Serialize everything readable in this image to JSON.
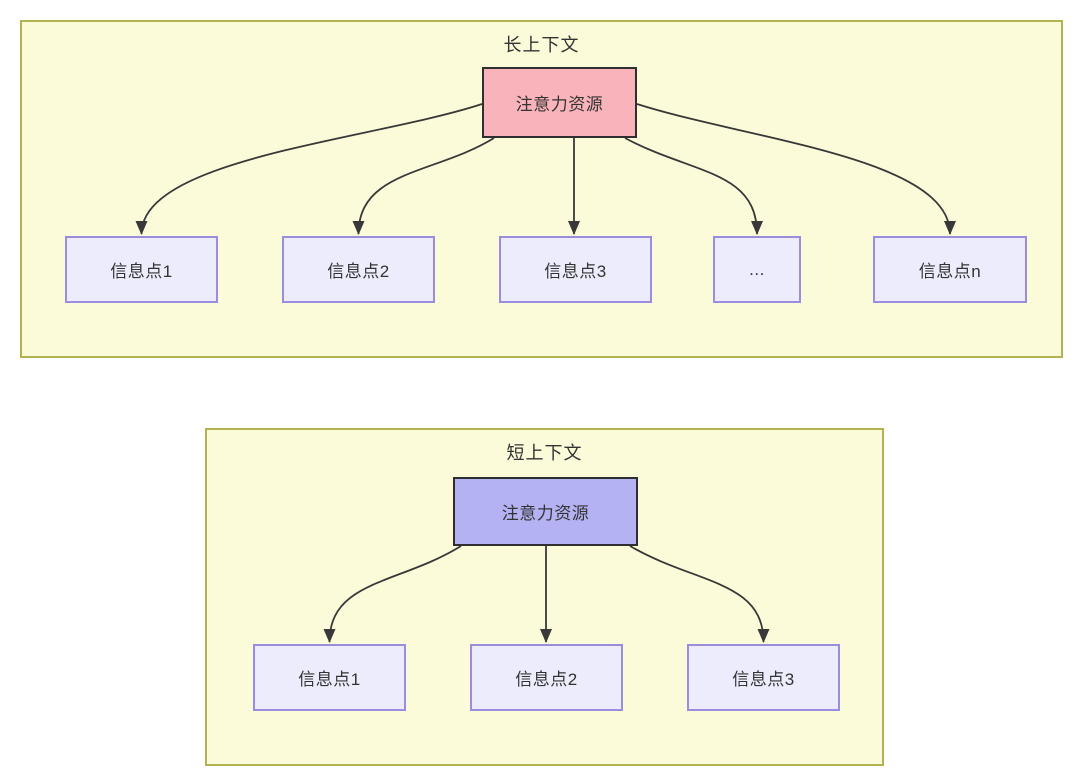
{
  "long_context": {
    "title": "长上下文",
    "attention_node": "注意力资源",
    "attention_color": "#f9b3ba",
    "info_nodes": [
      "信息点1",
      "信息点2",
      "信息点3",
      "...",
      "信息点n"
    ]
  },
  "short_context": {
    "title": "短上下文",
    "attention_node": "注意力资源",
    "attention_color": "#b4b2f2",
    "info_nodes": [
      "信息点1",
      "信息点2",
      "信息点3"
    ]
  },
  "colors": {
    "container_bg": "#fbfbda",
    "container_border": "#b3b352",
    "node_border": "#2f2f2f",
    "info_bg": "#ececfc",
    "info_border": "#9a8cdf",
    "arrow": "#383838",
    "text": "#333333"
  }
}
